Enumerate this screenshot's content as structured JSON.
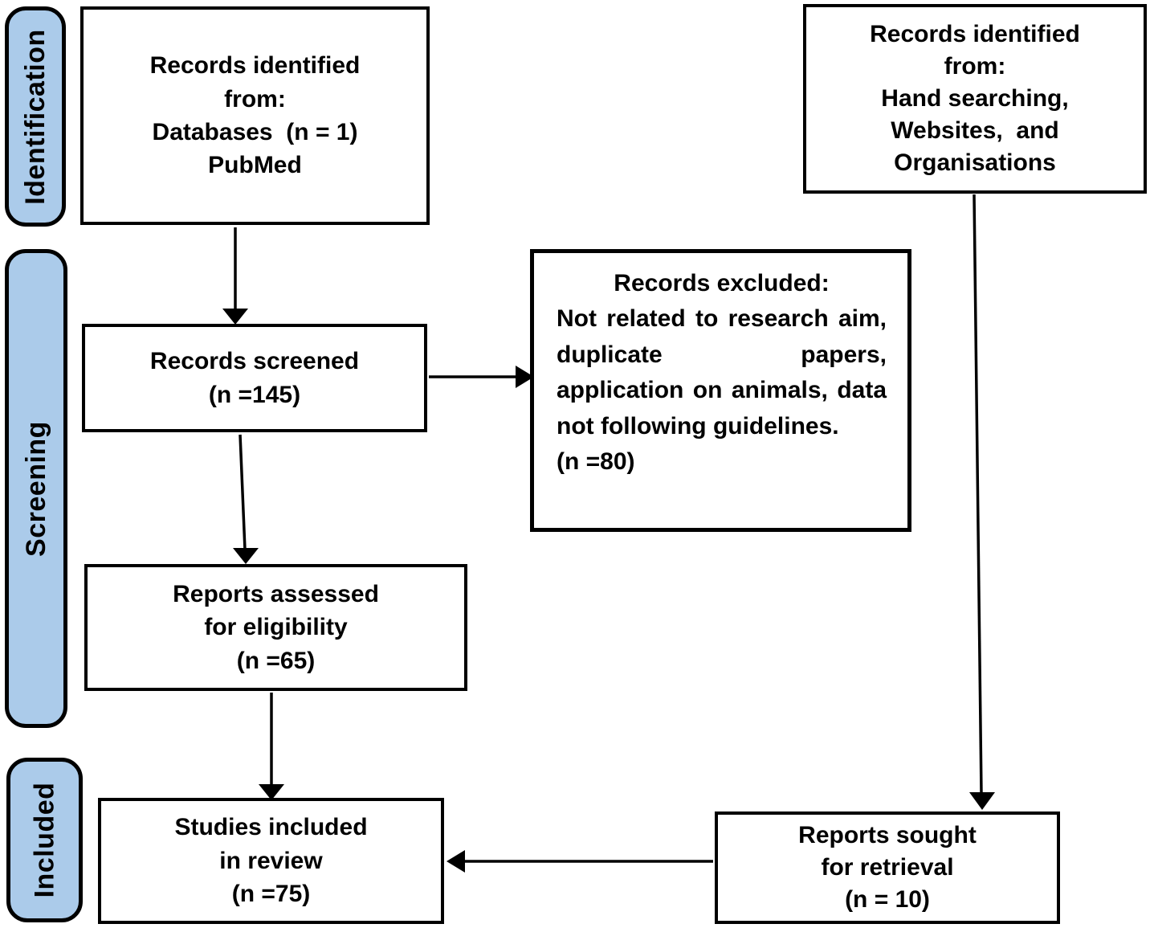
{
  "diagram": {
    "kind": "prisma-flow",
    "stages": {
      "identification": "Identification",
      "screening": "Screening",
      "included": "Included"
    },
    "boxes": {
      "records_db": {
        "lines": [
          "Records identified",
          "from:",
          "Databases  (n = 1)",
          "PubMed"
        ]
      },
      "records_hand": {
        "lines": [
          "Records identified",
          "from:",
          "Hand searching,",
          "Websites,  and",
          "Organisations"
        ]
      },
      "records_screened": {
        "lines": [
          "Records screened",
          "(n =145)"
        ]
      },
      "records_excluded": {
        "title": "Records excluded:",
        "body": "Not related to research aim, duplicate papers, application on animals, data not following guidelines.",
        "count": "(n =80)"
      },
      "reports_assessed": {
        "lines": [
          "Reports assessed",
          "for eligibility",
          "(n =65)"
        ]
      },
      "studies_included": {
        "lines": [
          "Studies included",
          "in review",
          "(n =75)"
        ]
      },
      "reports_sought": {
        "lines": [
          "Reports sought",
          "for retrieval",
          "(n = 10)"
        ]
      }
    },
    "colors": {
      "stage_fill": "#ABCBEA",
      "line": "#000000",
      "box_fill": "#FFFFFF",
      "text": "#000000",
      "background": "#FFFFFF"
    }
  }
}
